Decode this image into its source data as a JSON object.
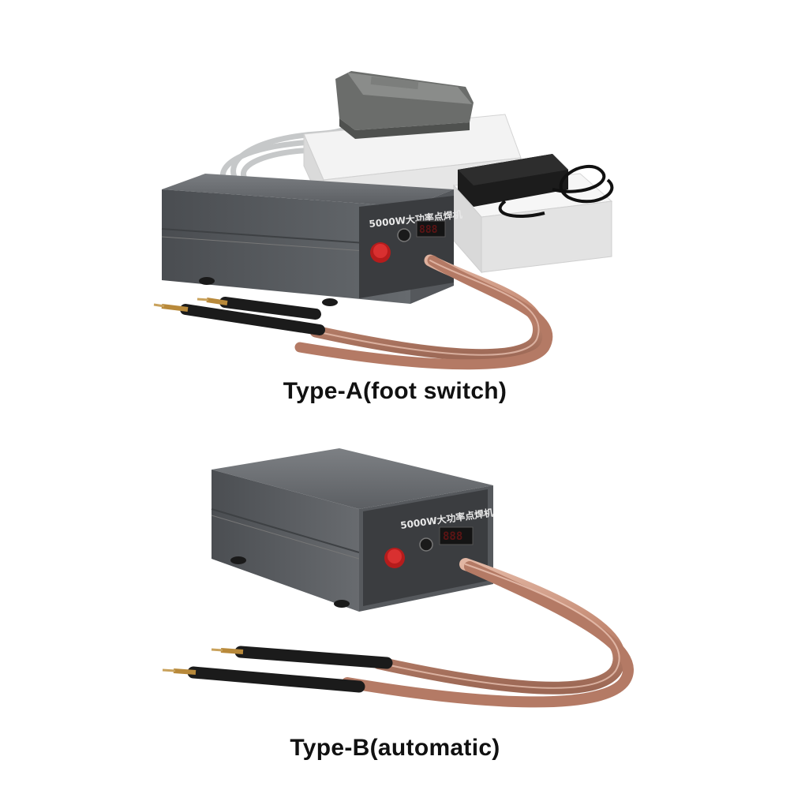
{
  "products": [
    {
      "caption": "Type-A(foot switch)",
      "front_label": "5000W大功率点焊机",
      "display_digits": "888"
    },
    {
      "caption": "Type-B(automatic)",
      "front_label": "5000W大功率点焊机",
      "display_digits": "888"
    }
  ],
  "colors": {
    "housing": "#5f6266",
    "housing_dark": "#3d3f42",
    "copper_cable": "#c9957e",
    "sleeve": "#1e1e1e",
    "knob": "#c91f1f",
    "box": "#eeeeee",
    "text": "#111111"
  }
}
